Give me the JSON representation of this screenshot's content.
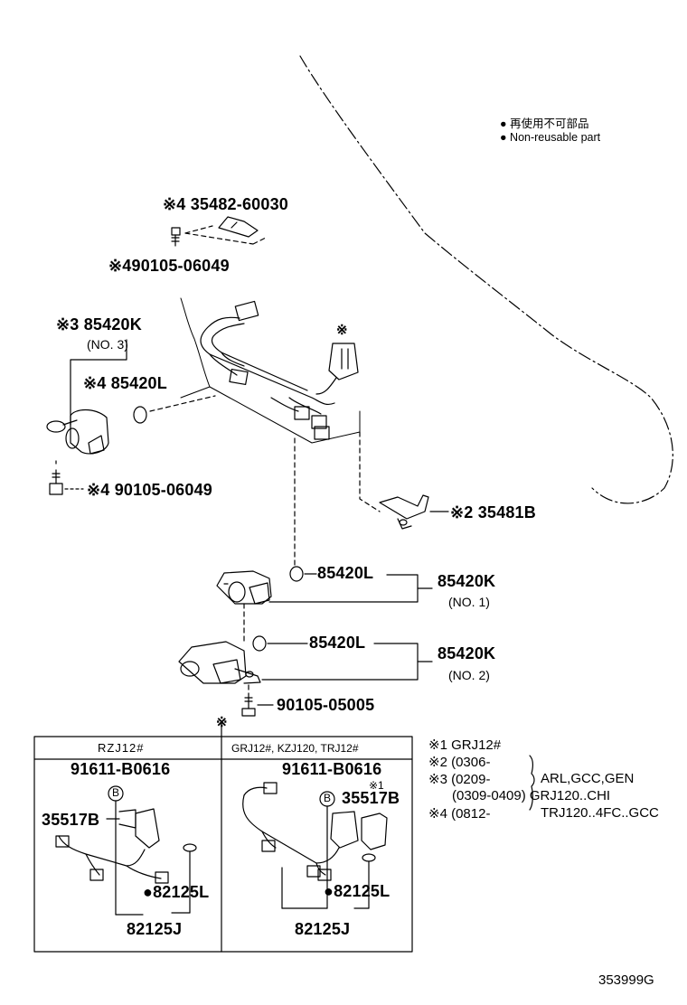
{
  "legend": {
    "items": [
      {
        "marker": "●",
        "text": "再使用不可部品"
      },
      {
        "marker": "●",
        "text": "Non-reusable part"
      }
    ]
  },
  "parts": {
    "clip_top": "※4 35482-60030",
    "bolt_top": "※490105-06049",
    "solenoid_no3": "※3 85420K",
    "solenoid_no3_sub": "(NO. 3)",
    "oring_no3": "※4 85420L",
    "bolt_no3": "※4 90105-06049",
    "harness_mark": "※",
    "bracket": "※2 35481B",
    "oring_no1": "85420L",
    "solenoid_no1": "85420K",
    "solenoid_no1_sub": "(NO. 1)",
    "oring_no2": "85420L",
    "solenoid_no2": "85420K",
    "solenoid_no2_sub": "(NO. 2)",
    "bolt_no2": "90105-05005",
    "table_mark": "※"
  },
  "table": {
    "left_header": "RZJ12#",
    "right_header": "GRJ12#, KZJ120, TRJ12#",
    "left": {
      "p1": "91611-B0616",
      "b": "B",
      "p2": "35517B",
      "p3": "●82125L",
      "p4": "82125J"
    },
    "right": {
      "p1": "91611-B0616",
      "b": "B",
      "mark": "※1",
      "p2": "35517B",
      "p3": "●82125L",
      "p4": "82125J"
    }
  },
  "notes": {
    "n1": "※1 GRJ12#",
    "n2": "※2 (0306-",
    "n3": "※3 (0209-",
    "n3r": "ARL,GCC,GEN",
    "n4": "(0309-0409) GRJ120..CHI",
    "n5": "※4 (0812-",
    "n5r": "TRJ120..4FC..GCC"
  },
  "diagram_id": "353999G"
}
